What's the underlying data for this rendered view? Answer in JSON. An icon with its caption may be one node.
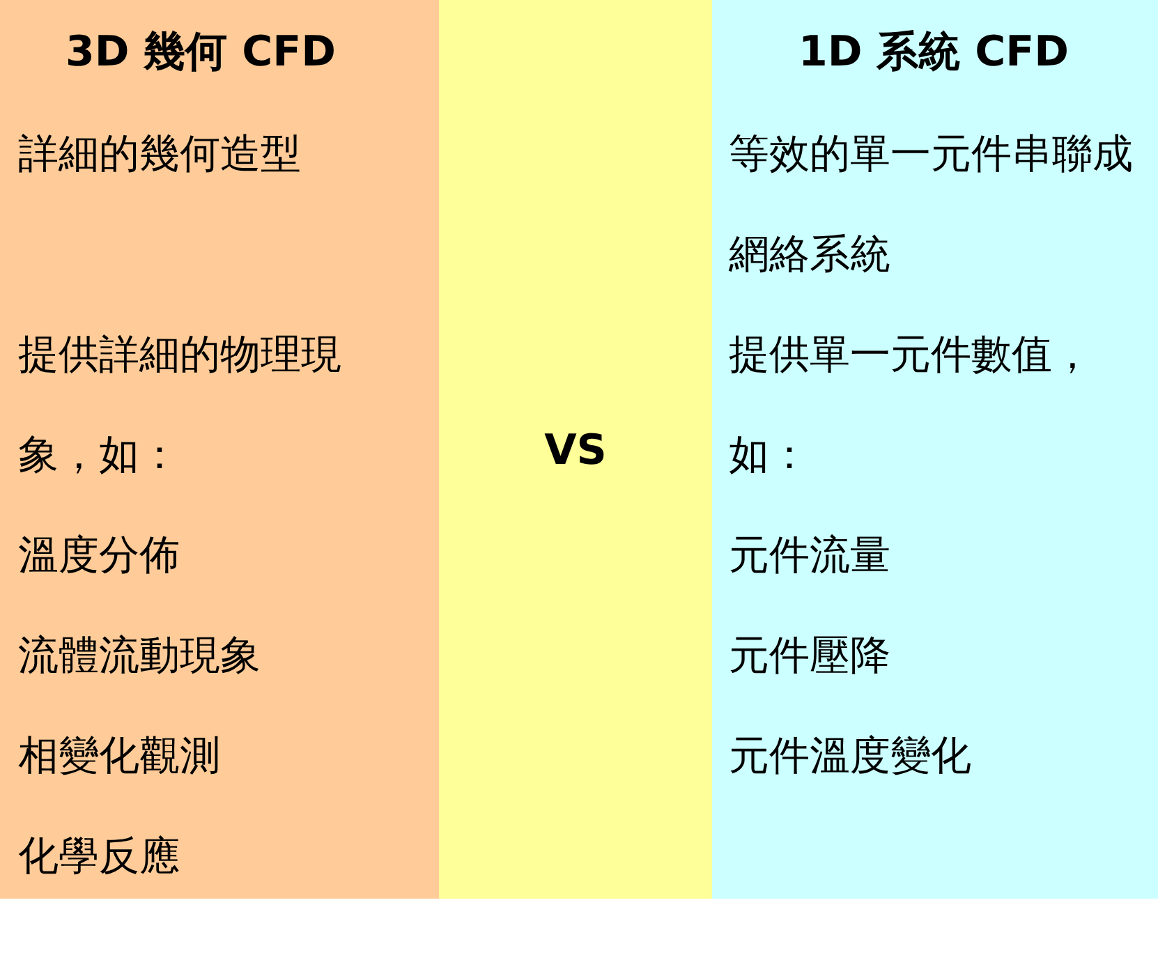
{
  "diagram": {
    "nodes": [
      {
        "text": [
          "3D 幾何 CFD",
          "詳細的幾何造型",
          "提供詳細的物理現象，如：",
          "溫度分佈",
          "流體流動現象",
          "相變化觀測",
          "化學反應"
        ]
      },
      {
        "text": [
          "VS"
        ]
      },
      {
        "text": [
          "1D 系統 CFD",
          "等效的單一元件串聯成網絡系統",
          "提供單一元件數值，如：",
          "元件流量",
          "元件壓降",
          "元件溫度變化"
        ]
      }
    ]
  }
}
